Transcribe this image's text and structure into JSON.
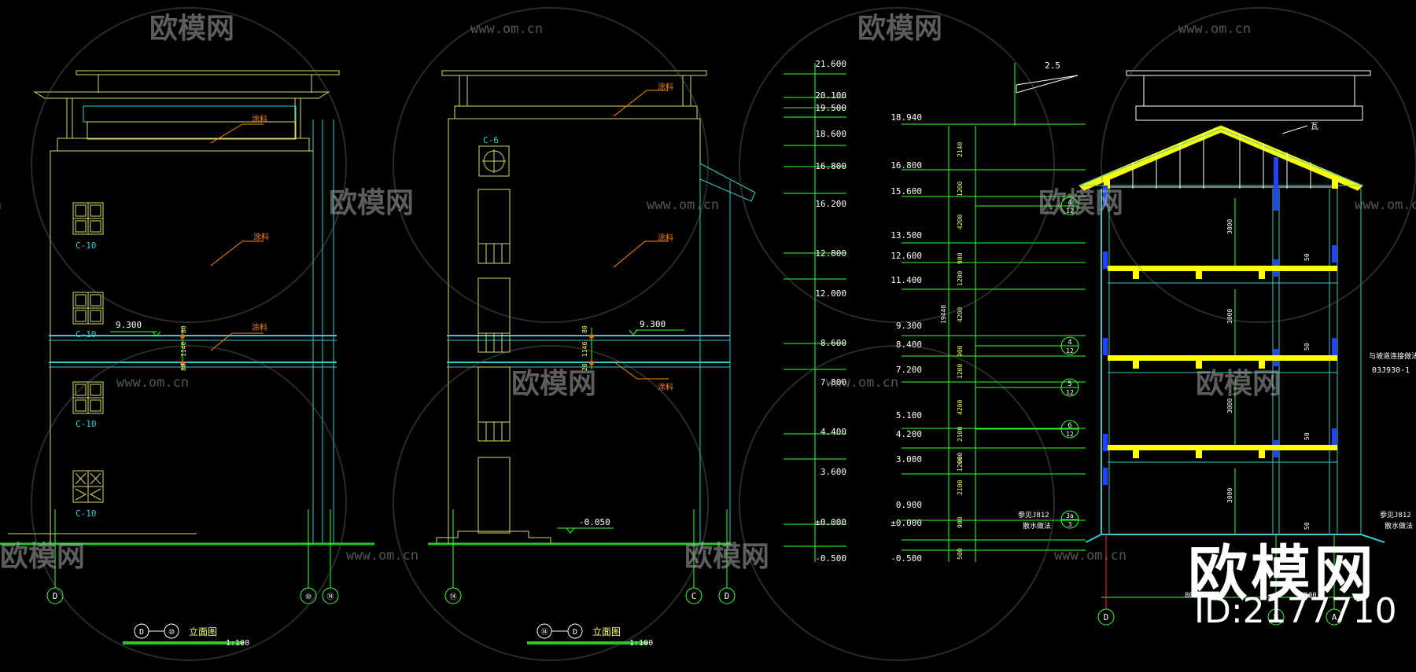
{
  "watermark": {
    "brand": "欧模网",
    "url": "www.om.cn",
    "id": "ID:2177710"
  },
  "left_elevation": {
    "window_tag": "C-10",
    "material_tag": "涂料",
    "level_label": "9.300",
    "dims": [
      "80",
      "1140",
      "80"
    ],
    "axes": [
      "D",
      "⑩",
      "⑭"
    ],
    "title_left": "D",
    "title_right": "⑩",
    "title": "立面图",
    "scale": "1:100"
  },
  "center_elevation": {
    "window_tag": "C-6",
    "material_tag": "涂料",
    "level_label": "9.300",
    "ground_label": "-0.050",
    "dims": [
      "80",
      "1140",
      "20"
    ],
    "axes": [
      "⑭",
      "C",
      "D"
    ],
    "title_left": "⑭",
    "title_right": "D",
    "title": "立面图",
    "scale": "1:100"
  },
  "right_elevations": [
    "21.600",
    "20.100",
    "19.500",
    "18.600",
    "16.800",
    "16.200",
    "12.800",
    "12.000",
    "8.600",
    "7.800",
    "4.400",
    "3.600",
    "±0.000",
    "-0.500"
  ],
  "section": {
    "levels": [
      "18.940",
      "16.800",
      "15.600",
      "13.500",
      "12.600",
      "11.400",
      "9.300",
      "8.400",
      "7.200",
      "5.100",
      "4.200",
      "3.000",
      "0.900",
      "±0.000",
      "-0.500"
    ],
    "dims": [
      "2140",
      "1200",
      "4200",
      "900",
      "1200",
      "4200",
      "900",
      "1200",
      "4200",
      "2100",
      "900",
      "1200",
      "2100",
      "900",
      "500"
    ],
    "total_dim": "19440",
    "slope": "2.5",
    "callouts": [
      {
        "top": "4",
        "bottom": "12"
      },
      {
        "top": "4",
        "bottom": "12"
      },
      {
        "top": "5",
        "bottom": "12"
      },
      {
        "top": "6",
        "bottom": "12"
      },
      {
        "top": "3a",
        "bottom": "3"
      }
    ],
    "notes": [
      "参见J812",
      "散水做法",
      "与坡道连接做法",
      "03J930-1",
      "参见J812",
      "散水做法"
    ],
    "floor_dims": [
      "3000",
      "3000",
      "3000",
      "3000"
    ],
    "floor_small": [
      "50",
      "50",
      "50",
      "50"
    ],
    "roof_tag": "瓦",
    "bottom_dims": [
      "8000",
      "2200"
    ],
    "axes": [
      "D",
      "B",
      "A"
    ]
  }
}
